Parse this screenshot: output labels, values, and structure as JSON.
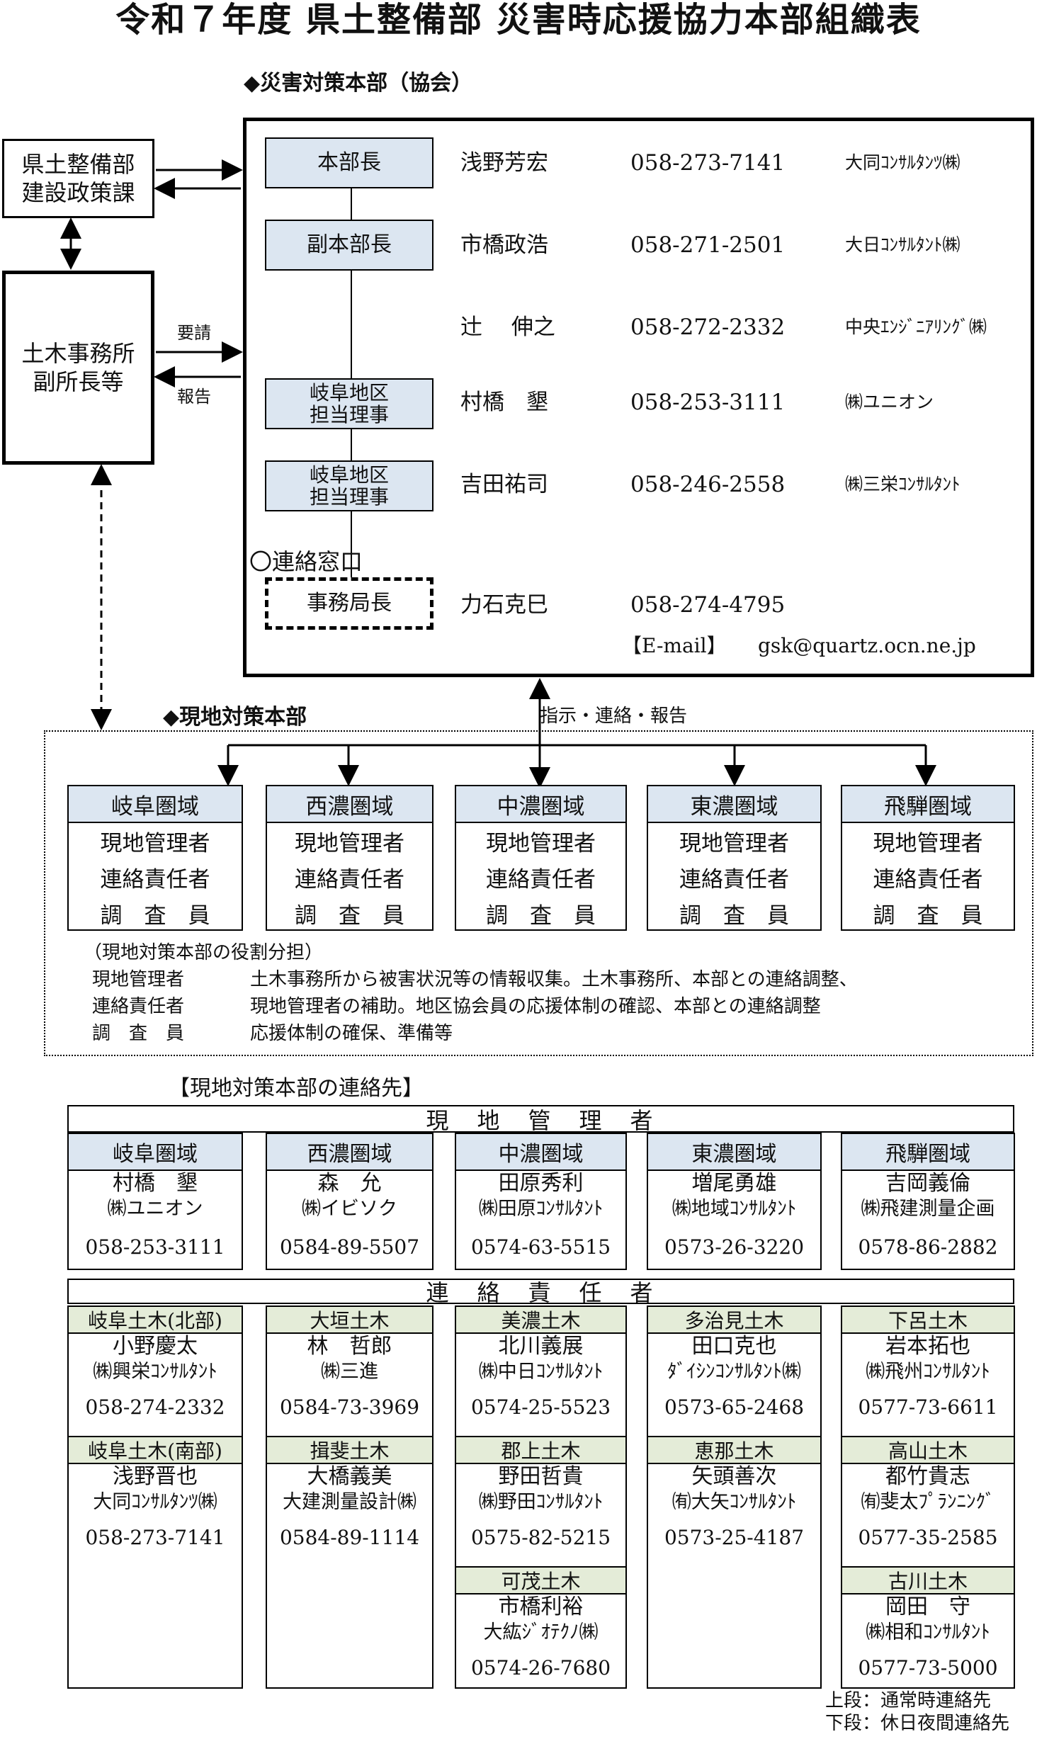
{
  "title": "令和７年度 県土整備部 災害時応援協力本部組織表",
  "hq": {
    "heading": "◆災害対策本部（協会）",
    "members": [
      {
        "role": "本部長",
        "name": "浅野芳宏",
        "tel": "058-273-7141",
        "company": "大同ｺﾝｻﾙﾀﾝﾂ㈱"
      },
      {
        "role": "副本部長",
        "name": "市橋政浩",
        "tel": "058-271-2501",
        "company": "大日ｺﾝｻﾙﾀﾝﾄ㈱"
      },
      {
        "role": "",
        "name": "辻　 伸之",
        "tel": "058-272-2332",
        "company": "中央ｴﾝｼﾞﾆｱﾘﾝｸﾞ㈱"
      },
      {
        "role": "岐阜地区\n担当理事",
        "name": "村橋　墾",
        "tel": "058-253-3111",
        "company": "㈱ユニオン"
      },
      {
        "role": "岐阜地区\n担当理事",
        "name": "吉田祐司",
        "tel": "058-246-2558",
        "company": "㈱三栄ｺﾝｻﾙﾀﾝﾄ"
      }
    ],
    "contact_heading": "〇連絡窓口",
    "secretary": {
      "role": "事務局長",
      "name": "力石克巳",
      "tel": "058-274-4795"
    },
    "email_label": "【E-mail】",
    "email": "gsk@quartz.ocn.ne.jp"
  },
  "left": {
    "dept": "県土整備部\n建設政策課",
    "office": "土木事務所\n副所長等",
    "request": "要請",
    "report": "報告"
  },
  "instruction": "指示・連絡・報告",
  "field": {
    "heading": "◆現地対策本部",
    "regions": [
      "岐阜圏域",
      "西濃圏域",
      "中濃圏域",
      "東濃圏域",
      "飛騨圏域"
    ],
    "roles": [
      "現地管理者",
      "連絡責任者",
      "調　査　員"
    ],
    "duties_title": "（現地対策本部の役割分担）",
    "duties": [
      {
        "role": "現地管理者",
        "desc": "土木事務所から被害状況等の情報収集。土木事務所、本部との連絡調整、"
      },
      {
        "role": "連絡責任者",
        "desc": "現地管理者の補助。地区協会員の応援体制の確認、本部との連絡調整"
      },
      {
        "role": "調　査　員",
        "desc": "応援体制の確保、準備等"
      }
    ]
  },
  "contacts": {
    "heading": "【現地対策本部の連絡先】",
    "managers_banner": "現　地　管　理　者",
    "managers": [
      {
        "region": "岐阜圏域",
        "name": "村橋　墾",
        "company": "㈱ユニオン",
        "tel": "058-253-3111"
      },
      {
        "region": "西濃圏域",
        "name": "森　允",
        "company": "㈱イビソク",
        "tel": "0584-89-5507"
      },
      {
        "region": "中濃圏域",
        "name": "田原秀利",
        "company": "㈱田原ｺﾝｻﾙﾀﾝﾄ",
        "tel": "0574-63-5515"
      },
      {
        "region": "東濃圏域",
        "name": "増尾勇雄",
        "company": "㈱地域ｺﾝｻﾙﾀﾝﾄ",
        "tel": "0573-26-3220"
      },
      {
        "region": "飛騨圏域",
        "name": "吉岡義倫",
        "company": "㈱飛建測量企画",
        "tel": "0578-86-2882"
      }
    ],
    "liaison_banner": "連　絡　責　任　者",
    "liaison_columns": [
      [
        {
          "office": "岐阜土木(北部)",
          "name": "小野慶太",
          "company": "㈱興栄ｺﾝｻﾙﾀﾝﾄ",
          "tel": "058-274-2332"
        },
        {
          "office": "岐阜土木(南部)",
          "name": "浅野晋也",
          "company": "大同ｺﾝｻﾙﾀﾝﾂ㈱",
          "tel": "058-273-7141"
        }
      ],
      [
        {
          "office": "大垣土木",
          "name": "林　哲郎",
          "company": "㈱三進",
          "tel": "0584-73-3969"
        },
        {
          "office": "揖斐土木",
          "name": "大橋義美",
          "company": "大建測量設計㈱",
          "tel": "0584-89-1114"
        }
      ],
      [
        {
          "office": "美濃土木",
          "name": "北川義展",
          "company": "㈱中日ｺﾝｻﾙﾀﾝﾄ",
          "tel": "0574-25-5523"
        },
        {
          "office": "郡上土木",
          "name": "野田哲貴",
          "company": "㈱野田ｺﾝｻﾙﾀﾝﾄ",
          "tel": "0575-82-5215"
        },
        {
          "office": "可茂土木",
          "name": "市橋利裕",
          "company": "大紘ｼﾞｵﾃｸﾉ㈱",
          "tel": "0574-26-7680"
        }
      ],
      [
        {
          "office": "多治見土木",
          "name": "田口克也",
          "company": "ﾀﾞｲｼﾝｺﾝｻﾙﾀﾝﾄ㈱",
          "tel": "0573-65-2468"
        },
        {
          "office": "恵那土木",
          "name": "矢頭善次",
          "company": "㈲大矢ｺﾝｻﾙﾀﾝﾄ",
          "tel": "0573-25-4187"
        }
      ],
      [
        {
          "office": "下呂土木",
          "name": "岩本拓也",
          "company": "㈱飛州ｺﾝｻﾙﾀﾝﾄ",
          "tel": "0577-73-6611"
        },
        {
          "office": "高山土木",
          "name": "都竹貴志",
          "company": "㈲斐太ﾌﾟﾗﾝﾆﾝｸﾞ",
          "tel": "0577-35-2585"
        },
        {
          "office": "古川土木",
          "name": "岡田　守",
          "company": "㈱相和ｺﾝｻﾙﾀﾝﾄ",
          "tel": "0577-73-5000"
        }
      ]
    ],
    "note_upper": "上段：通常時連絡先",
    "note_lower": "下段：休日夜間連絡先"
  },
  "colors": {
    "role_fill": "#dce6f1",
    "office_fill": "#e4ecd8",
    "line": "#000000"
  }
}
